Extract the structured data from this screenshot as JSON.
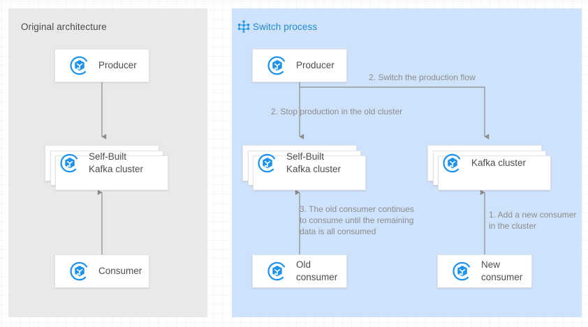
{
  "panels": {
    "original": {
      "title": "Original architecture",
      "bg": "#e9e9e9"
    },
    "switch": {
      "title": "Switch process",
      "bg": "#cee2fb",
      "title_color": "#1d8ae0",
      "icon": "cluster-nodes-icon"
    }
  },
  "colors": {
    "accent_blue": "#1d93ef",
    "panel_blue": "#cee2fb",
    "panel_gray": "#e9e9e9",
    "arrow_gray": "#8a8a8a",
    "label_gray": "#8c8c8c",
    "node_text": "#4d4d4d"
  },
  "original_nodes": [
    {
      "id": "producer",
      "label": "Producer",
      "icon": "kafka-cube-icon",
      "stacked": false
    },
    {
      "id": "self-built-kafka-cluster",
      "label": "Self-Built\nKafka cluster",
      "icon": "kafka-cube-icon",
      "stacked": true
    },
    {
      "id": "consumer",
      "label": "Consumer",
      "icon": "kafka-cube-icon",
      "stacked": false
    }
  ],
  "switch_nodes": [
    {
      "id": "producer",
      "label": "Producer",
      "icon": "kafka-cube-icon",
      "stacked": false
    },
    {
      "id": "self-built-kafka-cluster",
      "label": "Self-Built\nKafka cluster",
      "icon": "kafka-cube-icon",
      "stacked": true
    },
    {
      "id": "kafka-cluster",
      "label": "Kafka cluster",
      "icon": "kafka-cube-icon",
      "stacked": true
    },
    {
      "id": "old-consumer",
      "label": "Old\nconsumer",
      "icon": "kafka-cube-icon",
      "stacked": false
    },
    {
      "id": "new-consumer",
      "label": "New\nconsumer",
      "icon": "kafka-cube-icon",
      "stacked": false
    }
  ],
  "connector_labels": [
    {
      "id": "switch-production-flow",
      "text": "2. Switch the production flow"
    },
    {
      "id": "stop-production-old-cluster",
      "text": "2. Stop production in the old cluster"
    },
    {
      "id": "old-consumer-continues",
      "text": "3. The old consumer continues\nto consume until the remaining\ndata is all consumed"
    },
    {
      "id": "add-new-consumer",
      "text": "1. Add a new consumer\nin the cluster"
    }
  ]
}
